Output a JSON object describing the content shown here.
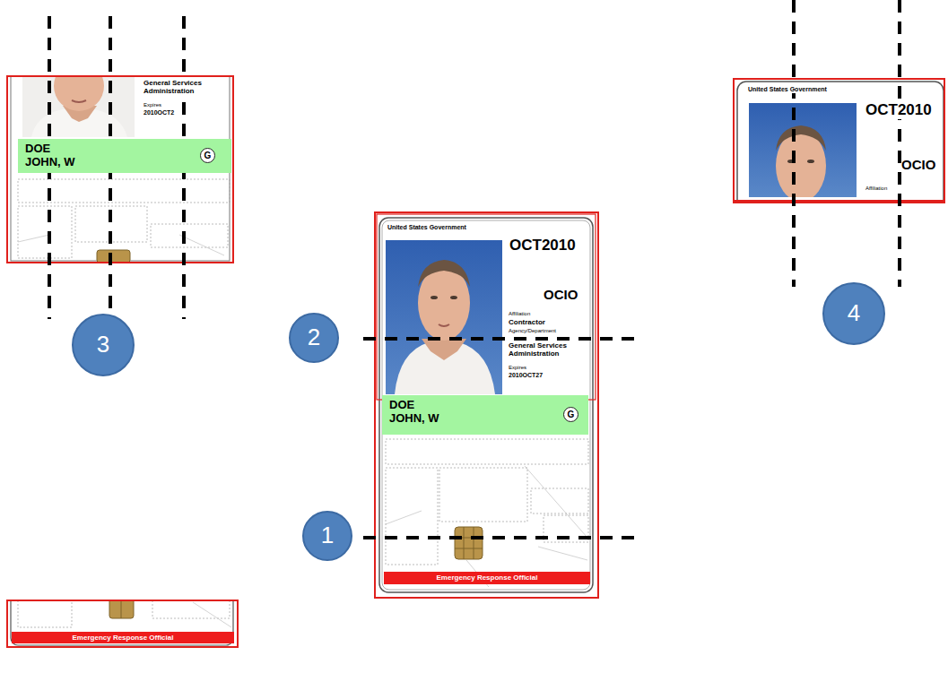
{
  "diagram": {
    "nodes": [
      {
        "text": [
          "2"
        ]
      },
      {
        "text": [
          "1"
        ]
      },
      {
        "text": [
          "3"
        ]
      },
      {
        "text": [
          "4"
        ]
      },
      {
        "text": [
          "DOE JOHN, W"
        ]
      },
      {
        "text": [
          "Emergency Response Official"
        ]
      },
      {
        "text": [
          "DOE JOHN, W"
        ]
      },
      {
        "text": [
          "Emergency Response Official"
        ]
      },
      {
        "text": [
          "G"
        ],
        "in": 4
      },
      {
        "text": [
          "G"
        ],
        "in": 6
      }
    ],
    "labels": [
      "United States Government",
      "OCT2010",
      "OCIO",
      "Affiliation",
      "Contractor",
      "Agency/Department",
      "General Services Administration",
      "Expires",
      "2010OCT27",
      "General Services Administration",
      "Expires",
      "2010OCT2",
      "United States Government",
      "OCT2010",
      "OCIO",
      "Affiliation"
    ]
  }
}
